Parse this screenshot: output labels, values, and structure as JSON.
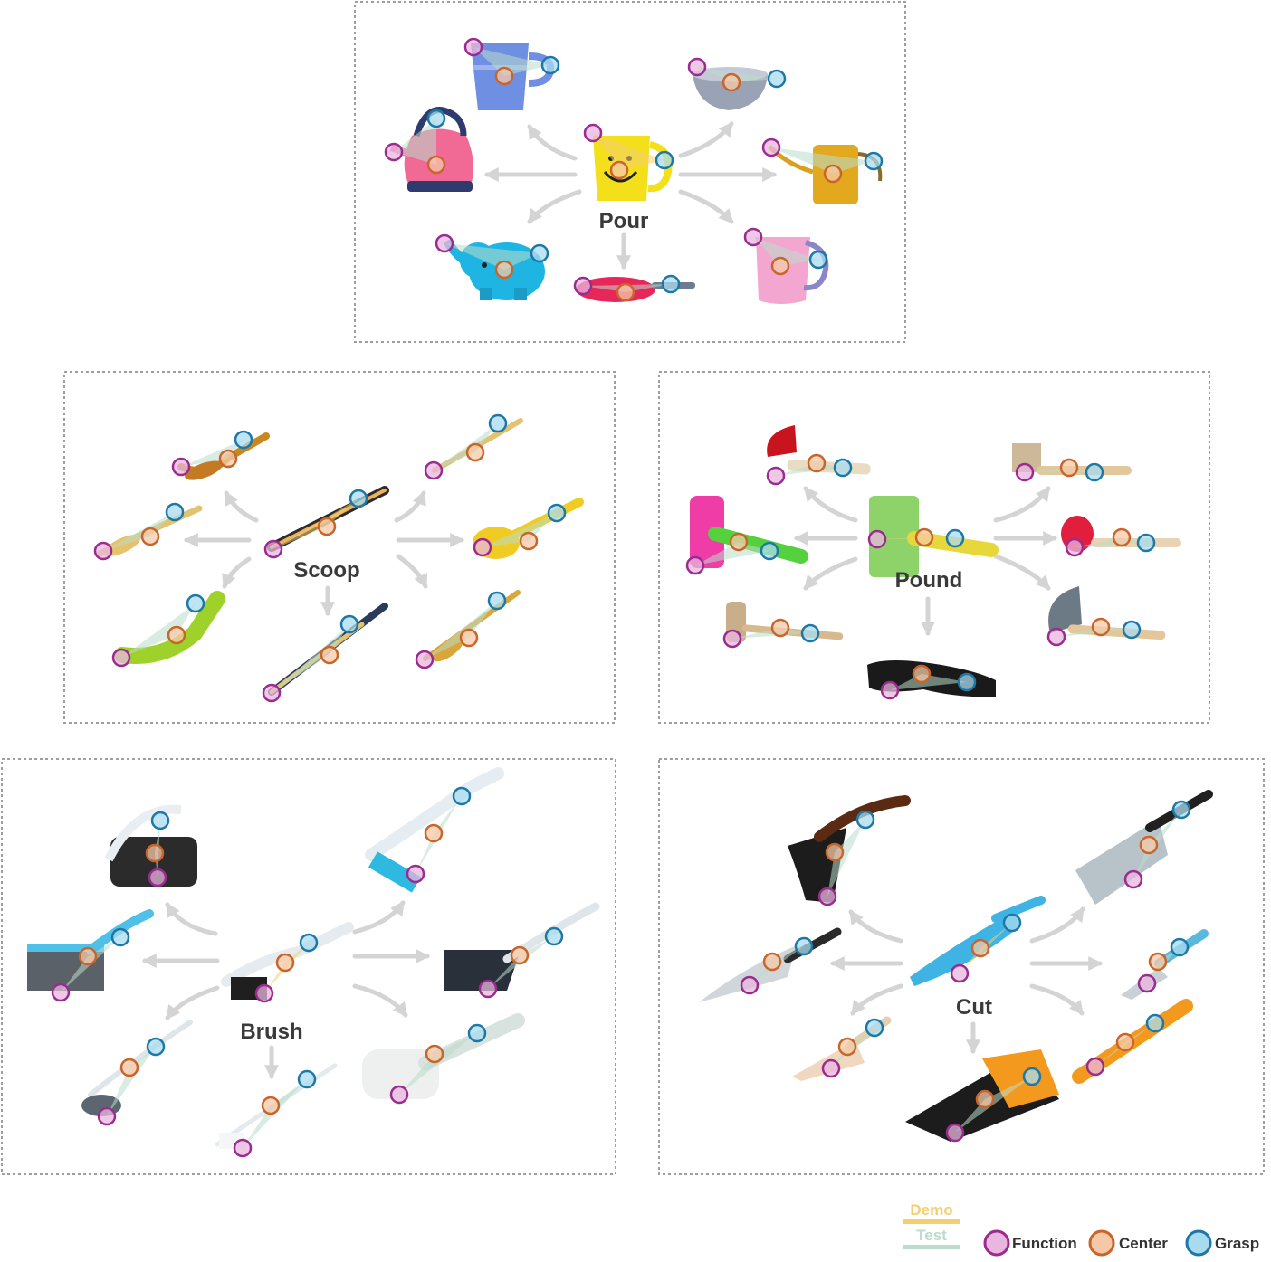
{
  "colors": {
    "function": "#9b2c8f",
    "function_fill": "#e8b6de",
    "center": "#c9652a",
    "center_fill": "#f5c9a8",
    "grasp": "#1e78a6",
    "grasp_fill": "#a9dbef",
    "demo_bar": "#f3cf71",
    "test_bar": "#b9dccb",
    "arrow": "#d4d4d4",
    "panel_border": "#9e9e9e"
  },
  "legend": {
    "demo": "Demo",
    "test": "Test",
    "function": "Function",
    "center": "Center",
    "grasp": "Grasp"
  },
  "panels": {
    "pour": {
      "label": "Pour",
      "objects": [
        "mug-blue",
        "bowl-handle",
        "kettle-pink",
        "watering-can-yellow",
        "mug-yellow-smiley",
        "teapot-elephant",
        "frying-pan-red",
        "pitcher-pink"
      ]
    },
    "scoop": {
      "label": "Scoop",
      "objects": [
        "spoon-wood",
        "spoon-wood-2",
        "ladle-wood",
        "scoop-yellow",
        "spatula-green",
        "spatula-center",
        "spoon-gold",
        "spoon-demo"
      ]
    },
    "pound": {
      "label": "Pound",
      "objects": [
        "hammer-red",
        "mallet-wood",
        "hammer-toy-pink",
        "hammer-red-ball",
        "mallet-small",
        "hammer-grey",
        "bottle-pepsi",
        "mallet-green-demo"
      ]
    },
    "brush": {
      "label": "Brush",
      "objects": [
        "scrub-brush",
        "dish-brush-blue",
        "hand-brush-blue",
        "dust-brush-black",
        "bottle-brush-small",
        "toothbrush",
        "sponge-brush",
        "brush-demo"
      ]
    },
    "cut": {
      "label": "Cut",
      "objects": [
        "axe",
        "cleaver",
        "knife-silver",
        "knife-blue-small",
        "knife-wood",
        "utility-knife",
        "saw-toy",
        "knife-blue-demo"
      ]
    }
  }
}
